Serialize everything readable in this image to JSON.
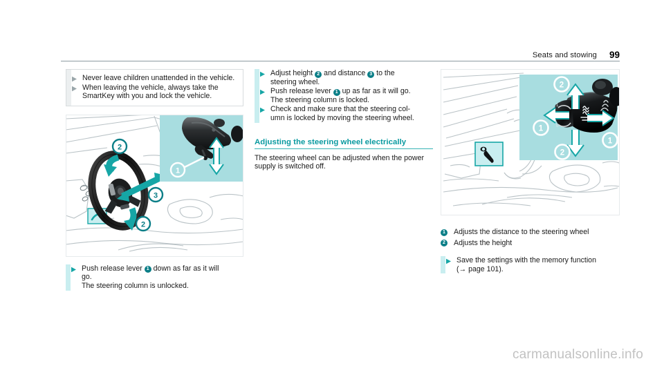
{
  "header": {
    "title": "Seats and stowing",
    "page_number": "99"
  },
  "colors": {
    "teal_heading": "#0a9aa0",
    "teal_badge": "#0a7e87",
    "teal_bullet": "#16a6a6",
    "cyan_strip": "#c9eef0",
    "grey_strip": "#eceff0",
    "figure_panel": "#a8dde0",
    "rule": "#8c9aa0",
    "watermark": "#c2c2c2"
  },
  "left_column": {
    "warning_box": {
      "bullet_icon": "triangle-right-icon",
      "bullets": [
        "Never leave children unattended in the vehicle.",
        "When leaving the vehicle, always take the SmartKey with you and lock the vehicle."
      ]
    },
    "figure": {
      "name": "steering-wheel-manual-adjustment-figure",
      "alt": "Steering wheel with manual adjustment arrows and inset of release lever",
      "callouts": [
        "2",
        "3",
        "2",
        "1"
      ]
    },
    "instruction": {
      "bullet_icon": "triangle-right-icon",
      "line_pre": "Push release lever",
      "badge": "1",
      "line_post": "down as far as it will",
      "line_wrap": "go.",
      "line_result": "The steering column is unlocked."
    }
  },
  "middle_column": {
    "bullets": [
      {
        "pre": "Adjust height",
        "badge1": "2",
        "mid": "and distance",
        "badge2": "3",
        "post": "to the",
        "wrap": "steering wheel."
      },
      {
        "pre": "Push release lever",
        "badge1": "1",
        "post": "up as far as it will go.",
        "result": "The steering column is locked."
      },
      {
        "pre": "Check and make sure that the steering col-",
        "wrap": "umn is locked by moving the steering wheel."
      }
    ],
    "section": {
      "heading": "Adjusting the steering wheel electrically",
      "body": "The steering wheel can be adjusted when the power supply is switched off."
    }
  },
  "right_column": {
    "figure": {
      "name": "electric-steering-adjustment-figure",
      "alt": "Dashboard with inset of electric steering column adjustment switch",
      "callouts": [
        "2",
        "1",
        "1",
        "2"
      ]
    },
    "legend": [
      {
        "badge": "1",
        "label": "Adjusts the distance to the steering wheel"
      },
      {
        "badge": "2",
        "label": "Adjusts the height"
      }
    ],
    "instruction": {
      "bullet_icon": "triangle-right-icon",
      "line1": "Save the settings with the memory function",
      "line2": "(→ page 101)."
    }
  },
  "watermark": {
    "text": "carmanualsonline.info"
  }
}
